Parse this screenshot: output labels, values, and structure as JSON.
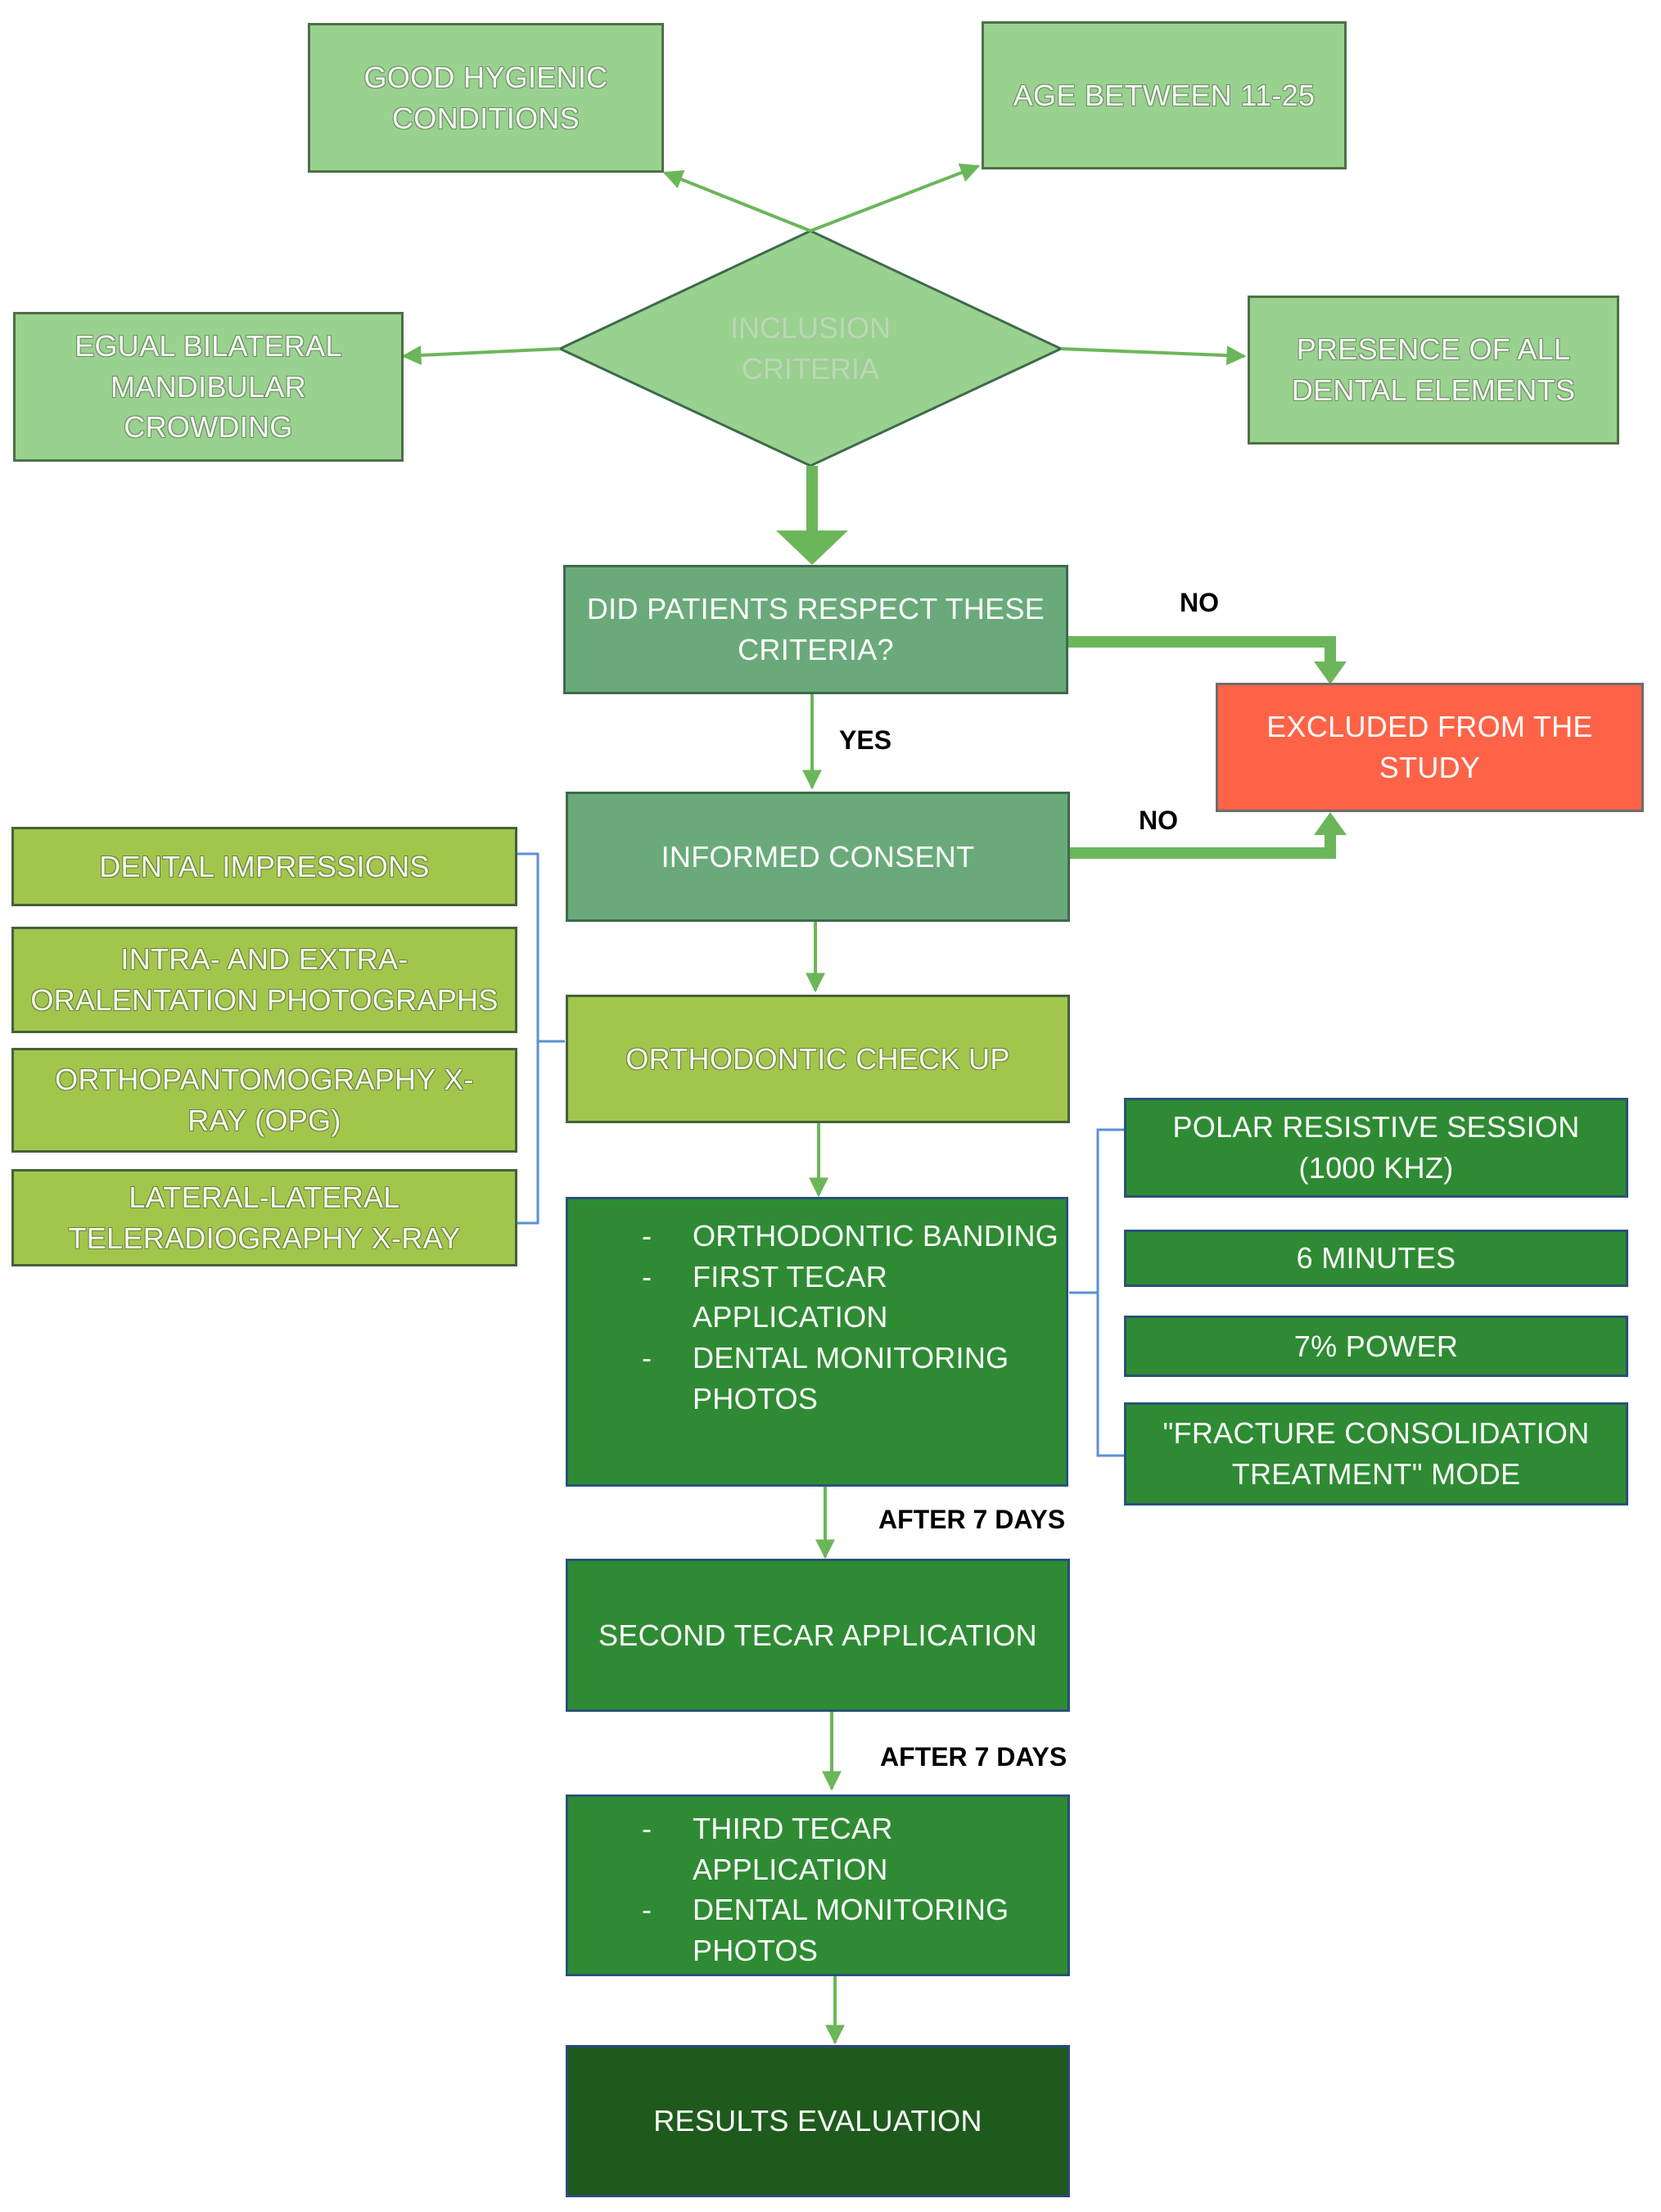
{
  "diagram": {
    "criteria": {
      "good_hygiene": "GOOD HYGIENIC CONDITIONS",
      "age": "AGE BETWEEN 11-25",
      "crowding": "EGUAL BILATERAL MANDIBULAR CROWDING",
      "dental_elements": "PRESENCE OF ALL DENTAL ELEMENTS",
      "inclusion_diamond": "INCLUSION CRITERIA"
    },
    "decision": "DID PATIENTS RESPECT THESE CRITERIA?",
    "excluded": "EXCLUDED FROM THE STUDY",
    "informed_consent": "INFORMED CONSENT",
    "orthodontic_check": "ORTHODONTIC CHECK UP",
    "checkup_items": [
      "DENTAL IMPRESSIONS",
      "INTRA- AND EXTRA-ORALENTATION PHOTOGRAPHS",
      "ORTHOPANTOMOGRAPHY X-RAY (OPG)",
      "LATERAL-LATERAL TELERADIOGRAPHY X-RAY"
    ],
    "banding_items": [
      "ORTHODONTIC BANDING",
      "FIRST TECAR APPLICATION",
      "DENTAL MONITORING PHOTOS"
    ],
    "tecar_params": [
      "POLAR RESISTIVE SESSION (1000 KHZ)",
      "6 MINUTES",
      "7% POWER",
      "\"FRACTURE CONSOLIDATION TREATMENT\" MODE"
    ],
    "second_tecar": "SECOND TECAR APPLICATION",
    "third_items": [
      "THIRD TECAR APPLICATION",
      "DENTAL MONITORING PHOTOS"
    ],
    "results": "RESULTS EVALUATION",
    "labels": {
      "no_1": "NO",
      "no_2": "NO",
      "yes": "YES",
      "after_1": "AFTER 7 DAYS",
      "after_2": "AFTER 7 DAYS"
    },
    "colors": {
      "criteria_box": "#99d18f",
      "checkup_box": "#a2c64c",
      "decision_box": "#6aaa7a",
      "treatment_box": "#2e8b33",
      "results_box": "#1f5a1d",
      "excluded_box": "#ff6347",
      "arrow": "#6cb65a"
    }
  }
}
